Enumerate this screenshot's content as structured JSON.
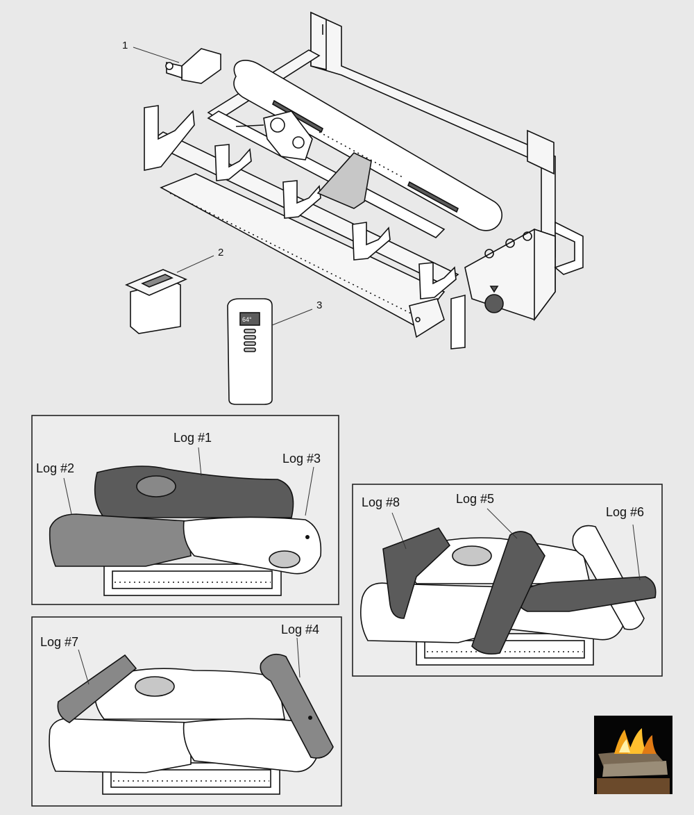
{
  "parts": [
    {
      "number": "1",
      "icon": "igniter-module-icon"
    },
    {
      "number": "2",
      "icon": "wall-switch-box-icon"
    },
    {
      "number": "3",
      "icon": "remote-control-icon"
    }
  ],
  "remote": {
    "display": "64°"
  },
  "log_diagrams": {
    "panel_a": {
      "labels": [
        "Log #1",
        "Log #2",
        "Log #3"
      ]
    },
    "panel_b": {
      "labels": [
        "Log #7",
        "Log #4"
      ]
    },
    "panel_c": {
      "labels": [
        "Log #8",
        "Log #5",
        "Log #6"
      ]
    }
  },
  "thumbnail": {
    "icon": "lit-log-set-photo-icon"
  },
  "colors": {
    "background": "#e9e9e9",
    "dark_log": "#5b5b5b",
    "mid_log": "#888888",
    "light_log": "#c7c7c7"
  }
}
